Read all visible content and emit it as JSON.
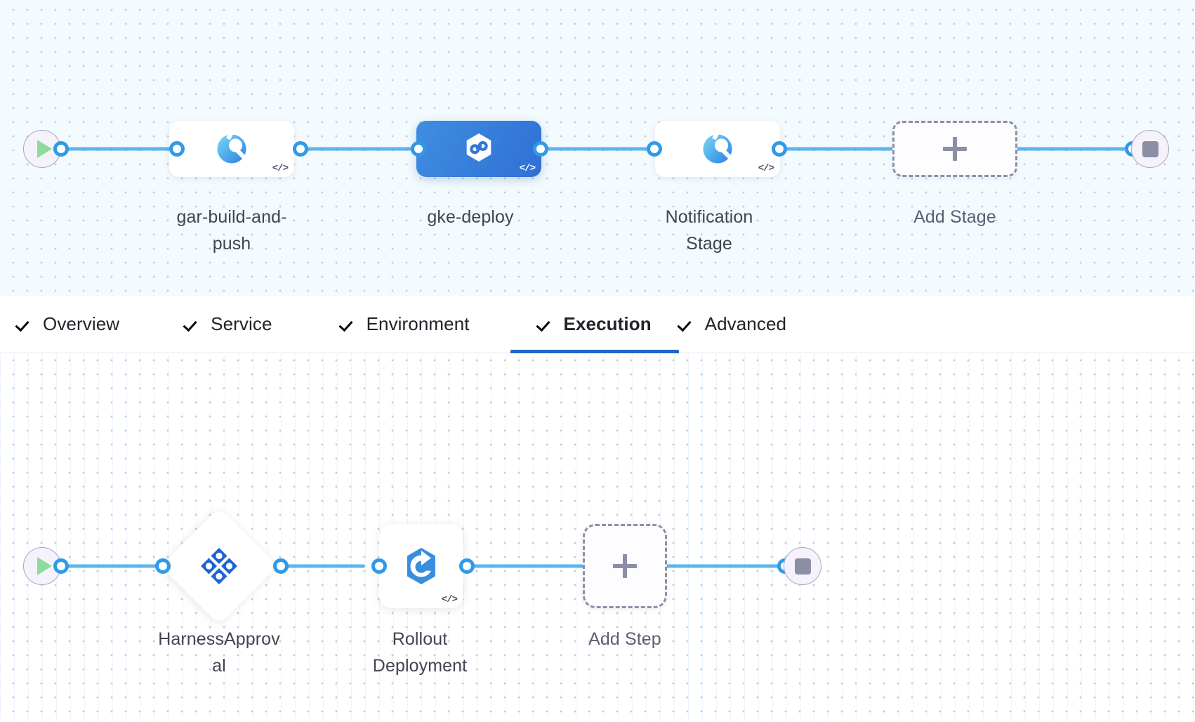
{
  "colors": {
    "canvas_top_bg": "#f4fbff",
    "canvas_bottom_bg": "#ffffff",
    "wire": "#5bb5ef",
    "port_ring": "#2f9ae8",
    "selected_node": "#3277d8",
    "tab_active_underline": "#1e66c9",
    "dashed_border": "#8d8fa8",
    "label_text": "#414454",
    "play_green": "#8ddc9b",
    "stop_gray": "#8b8fa6"
  },
  "stages_canvas": {
    "start_node": {
      "name": "pipeline-start",
      "icon": "play-icon"
    },
    "end_node": {
      "name": "pipeline-end",
      "icon": "stop-icon"
    },
    "nodes": [
      {
        "label": "gar-build-and-push",
        "icon": "harness-ci-circle-icon",
        "type": "stage",
        "selected": false,
        "code_badge": "</>"
      },
      {
        "label": "gke-deploy",
        "icon": "harness-cd-hexagon-icon",
        "type": "stage",
        "selected": true,
        "code_badge": "</>"
      },
      {
        "label": "Notification Stage",
        "icon": "harness-ci-circle-icon",
        "type": "stage",
        "selected": false,
        "code_badge": "</>"
      },
      {
        "label": "Add Stage",
        "icon": "plus-icon",
        "type": "add",
        "selected": false,
        "code_badge": ""
      }
    ]
  },
  "tabs": [
    {
      "label": "Overview",
      "checked": true,
      "active": false
    },
    {
      "label": "Service",
      "checked": true,
      "active": false
    },
    {
      "label": "Environment",
      "checked": true,
      "active": false
    },
    {
      "label": "Execution",
      "checked": true,
      "active": true
    },
    {
      "label": "Advanced",
      "checked": true,
      "active": false
    }
  ],
  "steps_canvas": {
    "start_node": {
      "name": "execution-start",
      "icon": "play-icon"
    },
    "end_node": {
      "name": "execution-end",
      "icon": "stop-icon"
    },
    "nodes": [
      {
        "label": "HarnessApproval",
        "icon": "harness-approval-diamond-icon",
        "type": "diamond",
        "code_badge": ""
      },
      {
        "label": "Rollout Deployment",
        "icon": "kubernetes-rollout-hexagon-icon",
        "type": "step",
        "code_badge": "</>"
      },
      {
        "label": "Add Step",
        "icon": "plus-icon",
        "type": "add",
        "code_badge": ""
      }
    ]
  }
}
